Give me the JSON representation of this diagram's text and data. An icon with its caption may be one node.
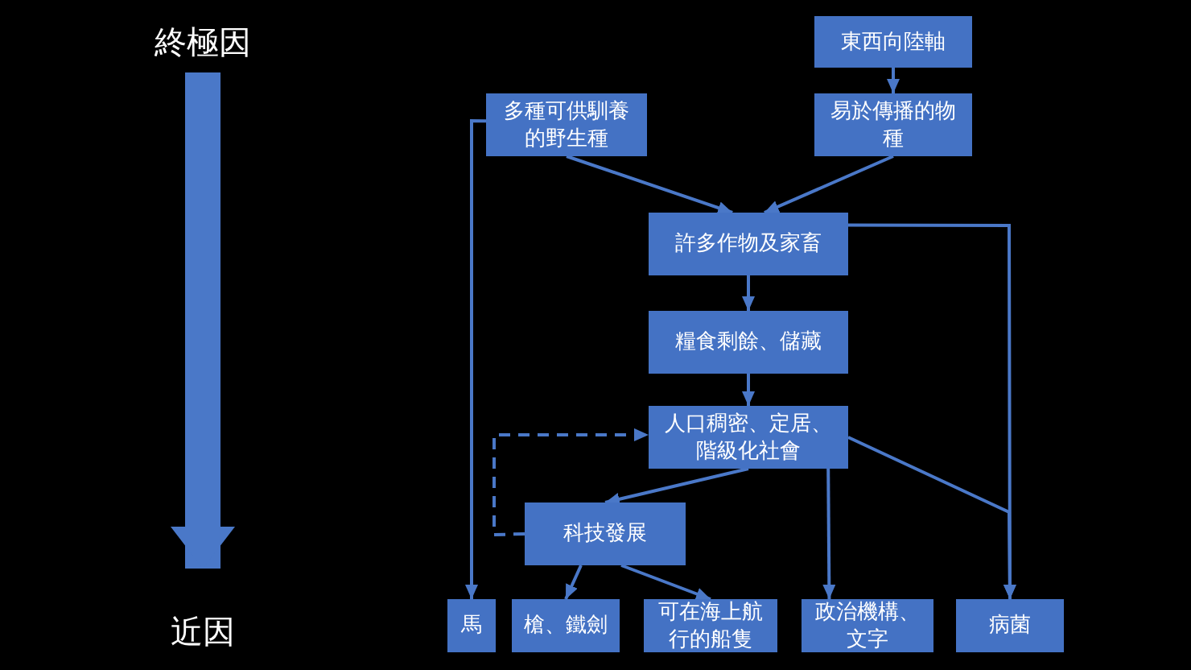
{
  "diagram": {
    "nodes": [
      {
        "text": [
          "東西向陸軸"
        ]
      },
      {
        "text": [
          "多種可供馴養的野生種"
        ]
      },
      {
        "text": [
          "易於傳播的物種"
        ]
      },
      {
        "text": [
          "許多作物及家畜"
        ]
      },
      {
        "text": [
          "糧食剩餘、儲藏"
        ]
      },
      {
        "text": [
          "人口稠密、定居、階級化社會"
        ]
      },
      {
        "text": [
          "科技發展"
        ]
      },
      {
        "text": [
          "馬"
        ]
      },
      {
        "text": [
          "槍、鐵劍"
        ]
      },
      {
        "text": [
          "可在海上航行的船隻"
        ]
      },
      {
        "text": [
          "政治機構、文字"
        ]
      },
      {
        "text": [
          "病菌"
        ]
      },
      {
        "text": [
          "終極因"
        ]
      },
      {
        "text": [
          "近因"
        ]
      }
    ],
    "edges": [
      {
        "from": 0,
        "to": 2,
        "arrow": "to"
      },
      {
        "from": 1,
        "to": 3,
        "arrow": "to"
      },
      {
        "from": 2,
        "to": 3,
        "arrow": "to"
      },
      {
        "from": 3,
        "to": 4,
        "arrow": "to"
      },
      {
        "from": 4,
        "to": 5,
        "arrow": "to"
      },
      {
        "from": 5,
        "to": 6,
        "arrow": "to"
      },
      {
        "from": 6,
        "to": 8,
        "arrow": "to"
      },
      {
        "from": 6,
        "to": 9,
        "arrow": "to"
      },
      {
        "from": 5,
        "to": 10,
        "arrow": "to"
      },
      {
        "from": 3,
        "to": 11,
        "arrow": "to"
      },
      {
        "from": 5,
        "to": 11,
        "arrow": "to"
      },
      {
        "from": 1,
        "to": 7,
        "arrow": "to"
      },
      {
        "from": 6,
        "to": 5,
        "arrow": "to",
        "style": "dashed"
      },
      {
        "from": 12,
        "to": 13,
        "arrow": "to",
        "style": "thick"
      }
    ]
  }
}
